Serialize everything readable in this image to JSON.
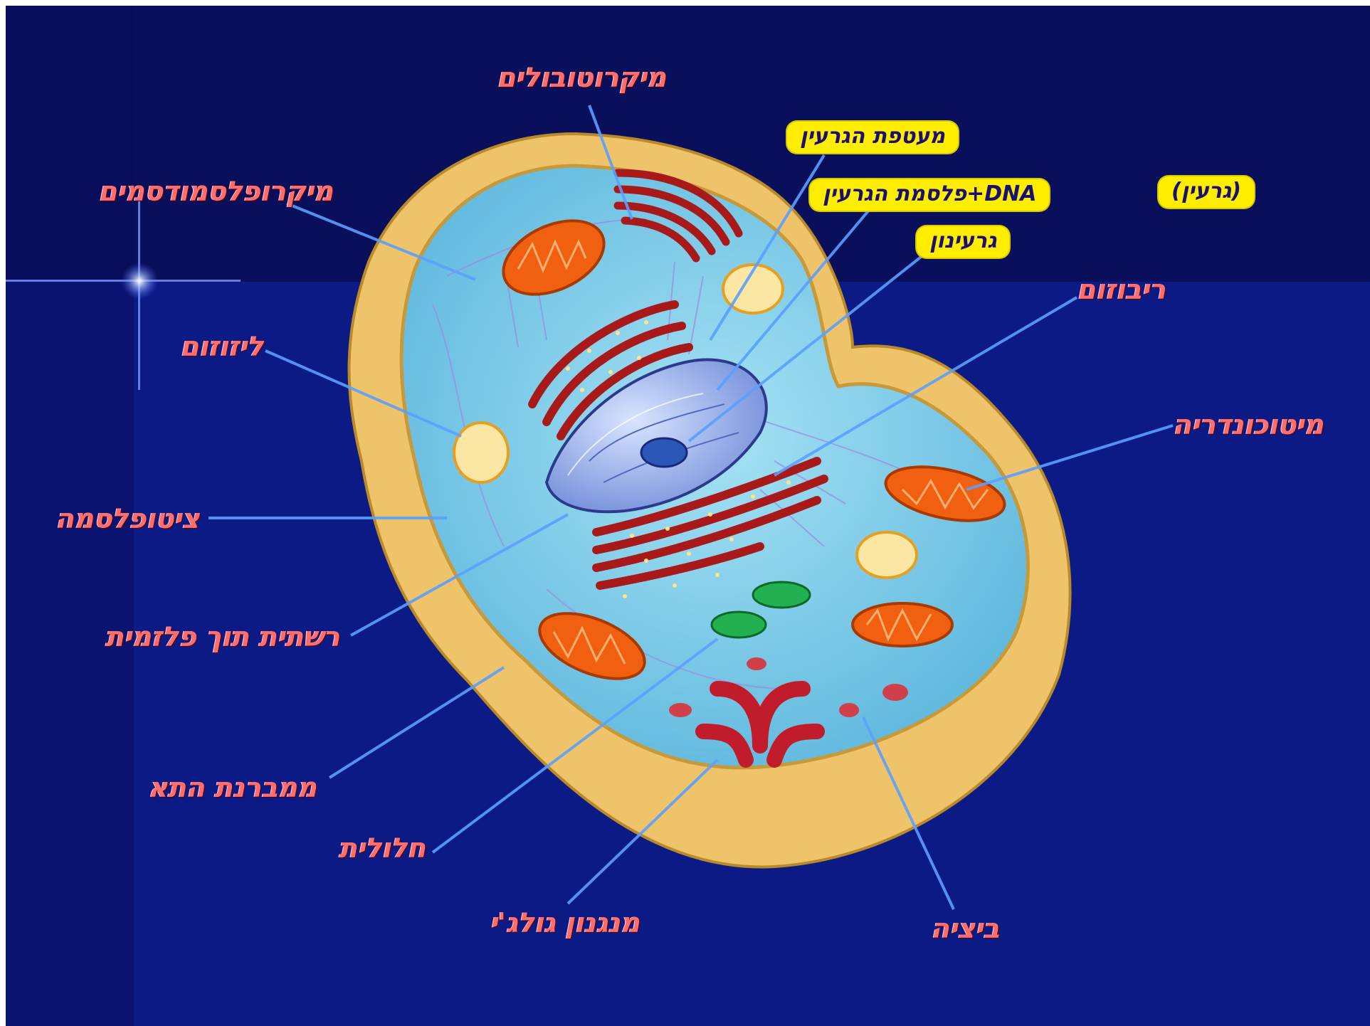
{
  "colors": {
    "background_dark": "#0a0f5c",
    "background_blue": "#0c1a86",
    "label_red": "#ff6e6e",
    "highlight_yellow": "#ffee00",
    "highlight_text": "#1a1070",
    "cell_wall": "#efc36a",
    "cytoplasm": "#86d2ec",
    "nucleus": "#9ab4ec",
    "mitochondria": "#f06010",
    "golgi_er": "#a81a1a",
    "vacuole": "#fce6a4",
    "chloroplast": "#22b050"
  },
  "labels": {
    "microtubules": "מיקרוטובולים",
    "plasmodesmata": "מיקרופלסמודסמים",
    "lysosome": "ליזוזום",
    "cytoplasm": "ציטופלסמה",
    "smooth_er": "רשתית תוך פלזמית",
    "cell_membrane": "ממברנת התא",
    "vacuole": "חלולית",
    "golgi": "מנגנון גולג'י",
    "ribosome": "ריבוזום",
    "mitochondria": "מיטוכונדריה",
    "centrosome": "ביציה"
  },
  "highlights": {
    "nuclear_envelope": "מעטפת הגרעין",
    "dna_nucleoplasm": "DNA+פלסמת הגרעין",
    "nucleolus": "גרעינון",
    "nucleus": "(גרעין)"
  }
}
